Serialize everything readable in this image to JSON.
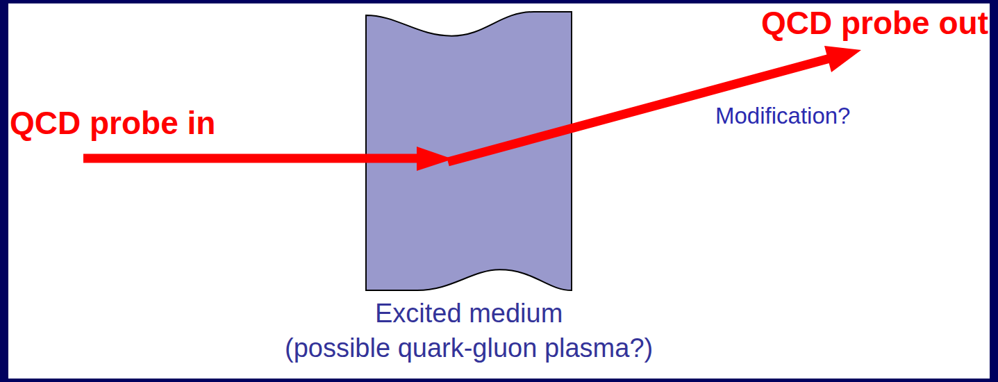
{
  "diagram": {
    "nodes": [
      {
        "text": [
          "Excited medium",
          "(possible quark-gluon plasma?)"
        ]
      }
    ],
    "labels": [
      "QCD probe in",
      "QCD probe out",
      "Modification?"
    ]
  }
}
